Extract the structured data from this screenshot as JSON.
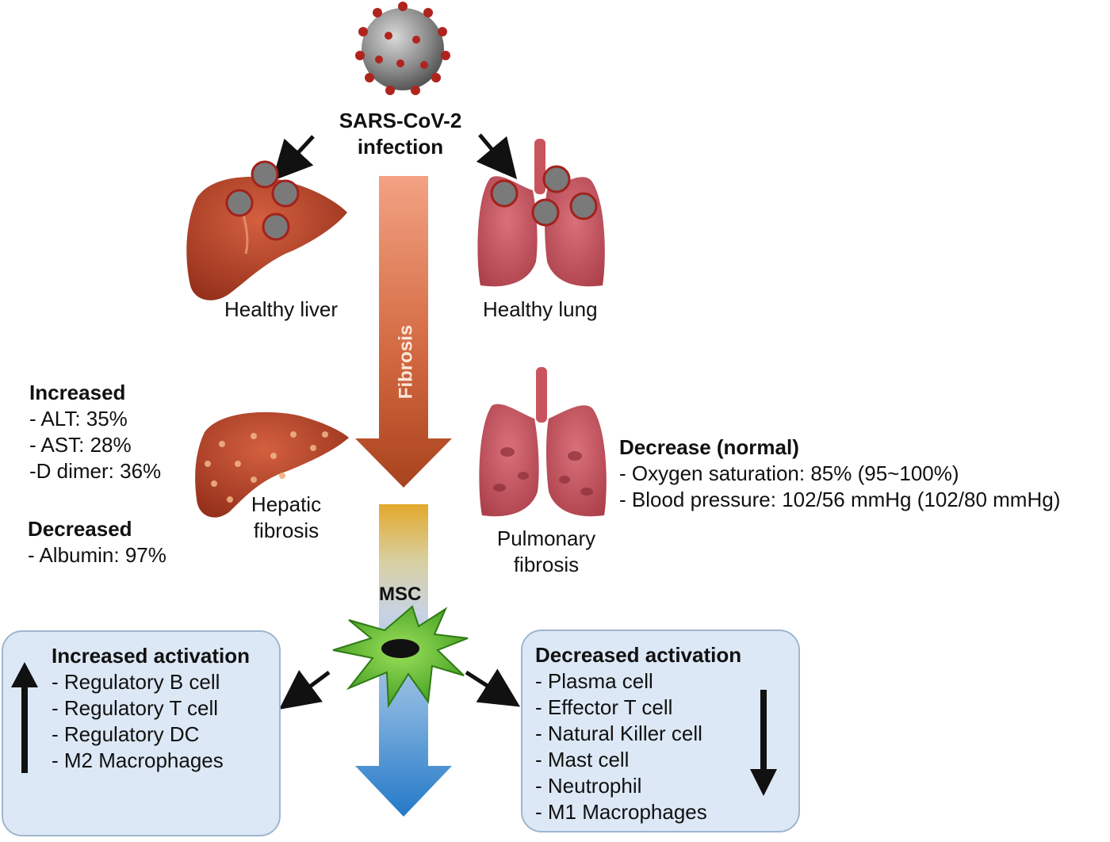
{
  "virus": {
    "title_line1": "SARS-CoV-2",
    "title_line2": "infection"
  },
  "organs": {
    "healthy_liver": "Healthy liver",
    "healthy_lung": "Healthy lung",
    "hepatic_fibrosis_line1": "Hepatic",
    "hepatic_fibrosis_line2": "fibrosis",
    "pulmonary_fibrosis_line1": "Pulmonary",
    "pulmonary_fibrosis_line2": "fibrosis"
  },
  "arrows": {
    "fibrosis_label": "Fibrosis",
    "msc_label": "MSC"
  },
  "liver_markers": {
    "increased_heading": "Increased",
    "increased_items": [
      "- ALT: 35%",
      "- AST: 28%",
      "-D dimer: 36%"
    ],
    "decreased_heading": "Decreased",
    "decreased_items": [
      "- Albumin: 97%"
    ]
  },
  "lung_markers": {
    "heading": "Decrease (normal)",
    "items": [
      "- Oxygen saturation: 85% (95~100%)",
      "- Blood pressure: 102/56 mmHg (102/80 mmHg)"
    ]
  },
  "increased_activation": {
    "heading": "Increased activation",
    "items": [
      "- Regulatory B cell",
      "- Regulatory T cell",
      "- Regulatory DC",
      "- M2 Macrophages"
    ]
  },
  "decreased_activation": {
    "heading": "Decreased activation",
    "items": [
      "- Plasma cell",
      "- Effector T cell",
      "- Natural Killer cell",
      "- Mast cell",
      "- Neutrophil",
      "- M1 Macrophages"
    ]
  },
  "colors": {
    "fibrosis_top": "#f0997a",
    "fibrosis_bottom": "#b84a24",
    "msc_top": "#e8b43a",
    "msc_mid": "#c9d4e4",
    "msc_bottom": "#2f86d0",
    "cell_green": "#4fb32c",
    "box_fill": "#dce8f5",
    "organ_red": "#b8432e"
  }
}
